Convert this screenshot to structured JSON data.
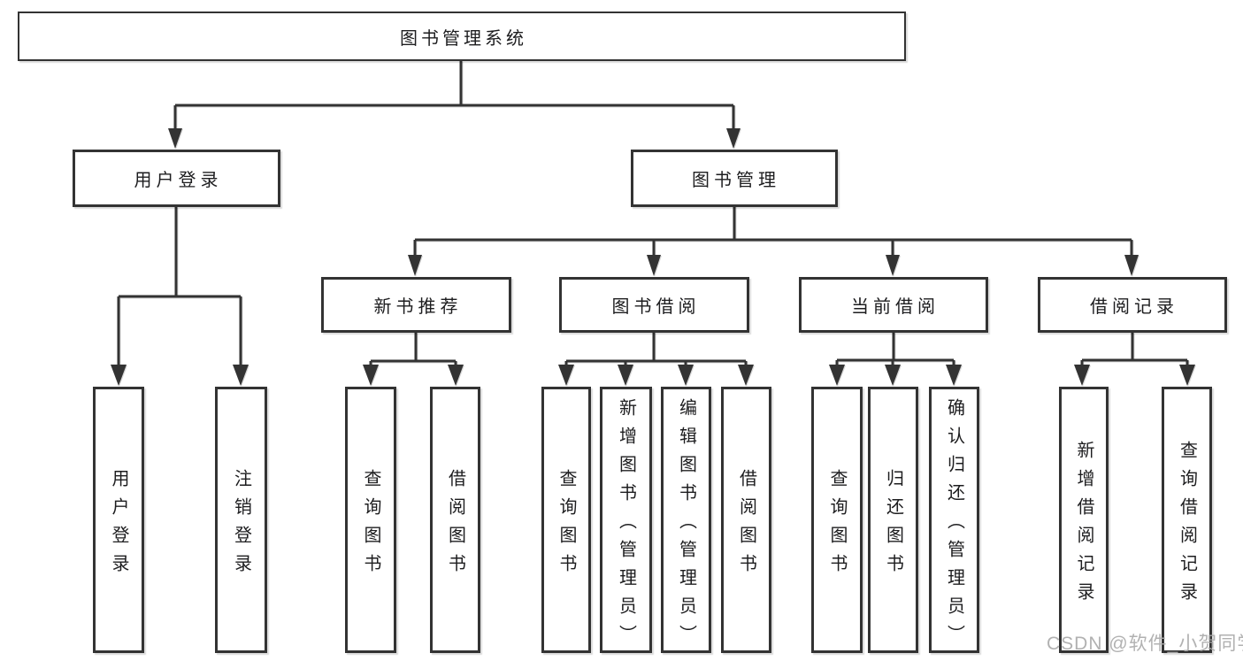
{
  "diagram": {
    "type": "tree",
    "title": "图书管理系统",
    "colors": {
      "line": "#333333",
      "box_border": "#333333",
      "text": "#1d1d1f",
      "watermark": "#ababab",
      "background": "#ffffff"
    },
    "nodes": {
      "root": {
        "label": "图书管理系统",
        "level": 1,
        "orientation": "horizontal"
      },
      "login": {
        "label": "用户登录",
        "level": 2,
        "orientation": "horizontal"
      },
      "mgmt": {
        "label": "图书管理",
        "level": 2,
        "orientation": "horizontal"
      },
      "newbook": {
        "label": "新书推荐",
        "level": 3,
        "orientation": "horizontal"
      },
      "borrow": {
        "label": "图书借阅",
        "level": 3,
        "orientation": "horizontal"
      },
      "current": {
        "label": "当前借阅",
        "level": 3,
        "orientation": "horizontal"
      },
      "records": {
        "label": "借阅记录",
        "level": 3,
        "orientation": "horizontal"
      },
      "login_user": {
        "label": "用户登录",
        "level": 4,
        "orientation": "vertical"
      },
      "login_logout": {
        "label": "注销登录",
        "level": 4,
        "orientation": "vertical"
      },
      "nb_query": {
        "label": "查询图书",
        "level": 4,
        "orientation": "vertical"
      },
      "nb_borrow": {
        "label": "借阅图书",
        "level": 4,
        "orientation": "vertical"
      },
      "bb_query": {
        "label": "查询图书",
        "level": 4,
        "orientation": "vertical"
      },
      "bb_add": {
        "label": "新增图书（管理员）",
        "level": 4,
        "orientation": "vertical"
      },
      "bb_edit": {
        "label": "编辑图书（管理员）",
        "level": 4,
        "orientation": "vertical"
      },
      "bb_borrow": {
        "label": "借阅图书",
        "level": 4,
        "orientation": "vertical"
      },
      "cb_query": {
        "label": "查询图书",
        "level": 4,
        "orientation": "vertical"
      },
      "cb_return": {
        "label": "归还图书",
        "level": 4,
        "orientation": "vertical"
      },
      "cb_confirm": {
        "label": "确认归还（管理员）",
        "level": 4,
        "orientation": "vertical"
      },
      "rec_add": {
        "label": "新增借阅记录",
        "level": 4,
        "orientation": "vertical"
      },
      "rec_query": {
        "label": "查询借阅记录",
        "level": 4,
        "orientation": "vertical"
      }
    },
    "edges": [
      [
        "root",
        "login"
      ],
      [
        "root",
        "mgmt"
      ],
      [
        "login",
        "login_user"
      ],
      [
        "login",
        "login_logout"
      ],
      [
        "mgmt",
        "newbook"
      ],
      [
        "mgmt",
        "borrow"
      ],
      [
        "mgmt",
        "current"
      ],
      [
        "mgmt",
        "records"
      ],
      [
        "newbook",
        "nb_query"
      ],
      [
        "newbook",
        "nb_borrow"
      ],
      [
        "borrow",
        "bb_query"
      ],
      [
        "borrow",
        "bb_add"
      ],
      [
        "borrow",
        "bb_edit"
      ],
      [
        "borrow",
        "bb_borrow"
      ],
      [
        "current",
        "cb_query"
      ],
      [
        "current",
        "cb_return"
      ],
      [
        "current",
        "cb_confirm"
      ],
      [
        "records",
        "rec_add"
      ],
      [
        "records",
        "rec_query"
      ]
    ],
    "watermark": {
      "text": "CSDN @软件_小贺同学"
    }
  }
}
